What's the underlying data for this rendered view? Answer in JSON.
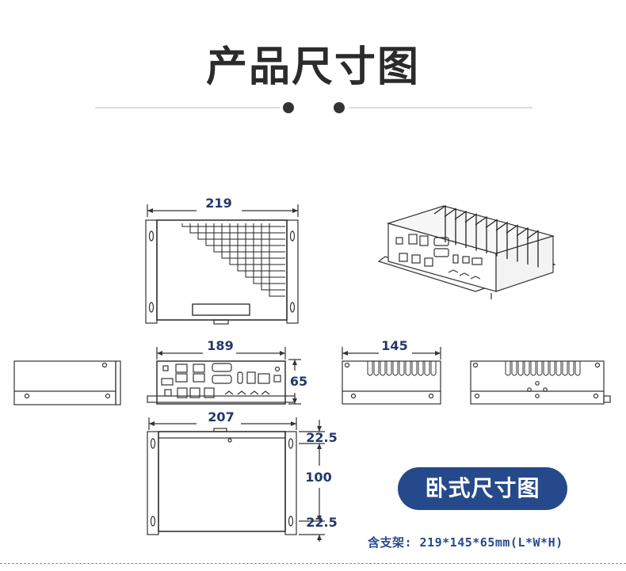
{
  "title": "产品尺寸图",
  "dimensions": {
    "top_width": "219",
    "front_width": "189",
    "height": "65",
    "side_depth": "145",
    "bracket_width": "207",
    "mount_top": "22.5",
    "mount_mid": "100",
    "mount_bottom": "22.5"
  },
  "badge": {
    "label": "卧式尺寸图"
  },
  "caption": "含支架: 219*145*65mm(L*W*H)",
  "colors": {
    "accent": "#26498c",
    "dimension_text": "#23386a",
    "line": "#333333"
  }
}
